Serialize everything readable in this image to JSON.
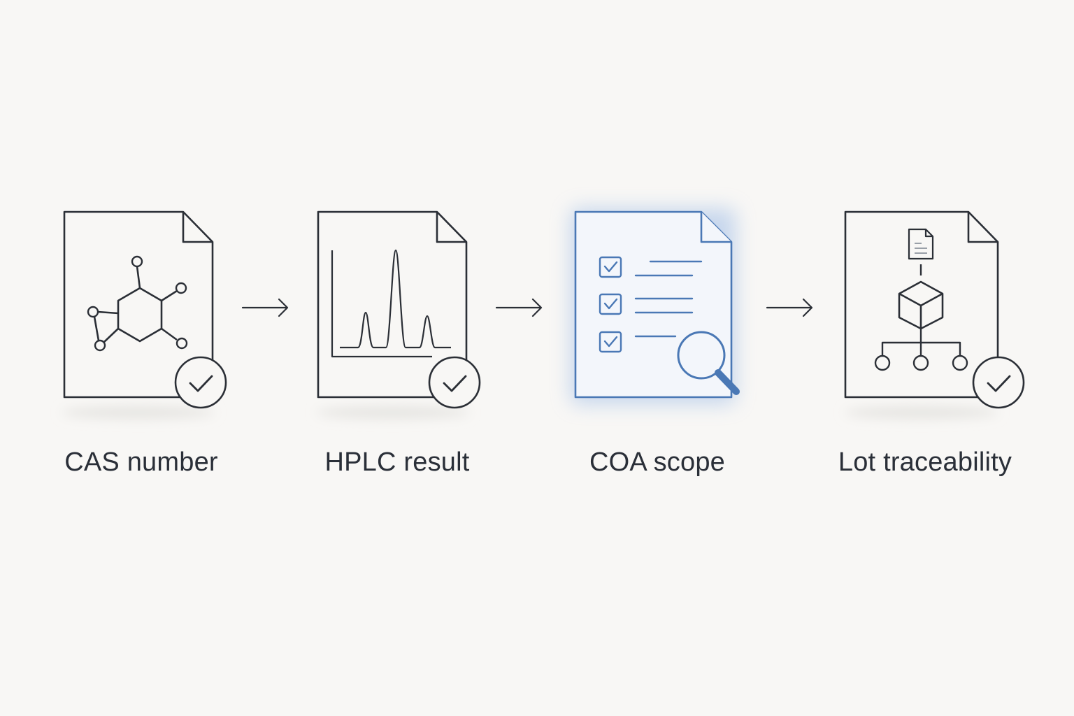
{
  "steps": [
    {
      "label": "CAS number",
      "icon": "molecule-document-icon",
      "status": "verified",
      "highlighted": false
    },
    {
      "label": "HPLC result",
      "icon": "chromatogram-document-icon",
      "status": "verified",
      "highlighted": false
    },
    {
      "label": "COA scope",
      "icon": "checklist-magnifier-document-icon",
      "status": "in-review",
      "highlighted": true
    },
    {
      "label": "Lot traceability",
      "icon": "lot-tree-document-icon",
      "status": "verified",
      "highlighted": false
    }
  ],
  "colors": {
    "background": "#f8f7f5",
    "stroke": "#2b2f36",
    "accent": "#4a78b5",
    "accent_fill": "#eef3fa",
    "label_text": "#2a2f38"
  }
}
